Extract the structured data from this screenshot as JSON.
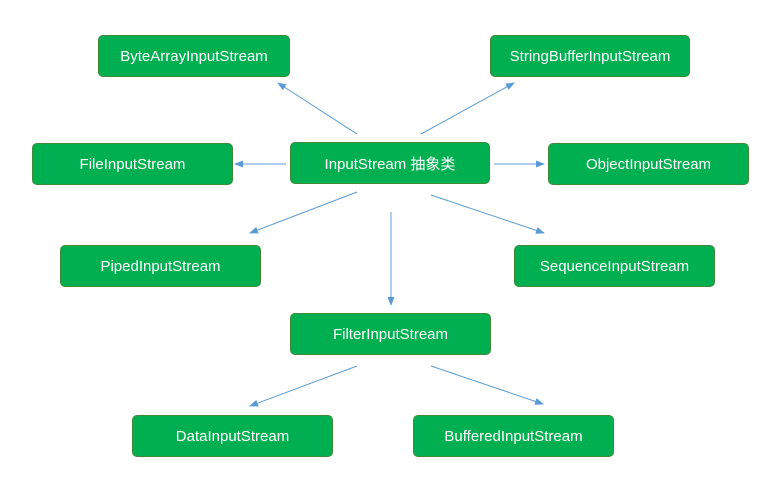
{
  "colors": {
    "node_fill": "#00b050",
    "node_text": "#ffffff",
    "arrow": "#5b9bd5",
    "background": "#ffffff"
  },
  "nodes": {
    "input_stream": "InputStream 抽象类",
    "byte_array_input_stream": "ByteArrayInputStream",
    "string_buffer_input_stream": "StringBufferInputStream",
    "file_input_stream": "FileInputStream",
    "object_input_stream": "ObjectInputStream",
    "piped_input_stream": "PipedInputStream",
    "sequence_input_stream": "SequenceInputStream",
    "filter_input_stream": "FilterInputStream",
    "data_input_stream": "DataInputStream",
    "buffered_input_stream": "BufferedInputStream"
  },
  "edges": [
    {
      "from": "input_stream",
      "to": "byte_array_input_stream"
    },
    {
      "from": "input_stream",
      "to": "string_buffer_input_stream"
    },
    {
      "from": "input_stream",
      "to": "file_input_stream"
    },
    {
      "from": "input_stream",
      "to": "object_input_stream"
    },
    {
      "from": "input_stream",
      "to": "piped_input_stream"
    },
    {
      "from": "input_stream",
      "to": "sequence_input_stream"
    },
    {
      "from": "input_stream",
      "to": "filter_input_stream"
    },
    {
      "from": "filter_input_stream",
      "to": "data_input_stream"
    },
    {
      "from": "filter_input_stream",
      "to": "buffered_input_stream"
    }
  ]
}
